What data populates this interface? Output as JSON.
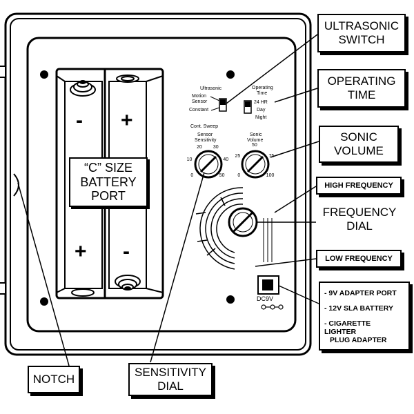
{
  "battery": {
    "label_line1": "“C” SIZE",
    "label_line2": "BATTERY",
    "label_line3": "PORT",
    "sign_top_left": "-",
    "sign_top_right": "+",
    "sign_bottom_left": "+",
    "sign_bottom_right": "-"
  },
  "panel": {
    "ultrasonic": "Ultrasonic",
    "motion_sensor_1": "Motion",
    "motion_sensor_2": "Sensor",
    "constant": "Constant",
    "cont_sweep": "Cont. Sweep",
    "operating_time_1": "Operating",
    "operating_time_2": "Time",
    "hr24": "24 HR",
    "day": "Day",
    "night": "Night",
    "sensor_sensitivity_1": "Sensor",
    "sensor_sensitivity_2": "Sensitivity",
    "sonic_volume_1": "Sonic",
    "sonic_volume_2": "Volume",
    "dc9v": "DC9V",
    "dial_ticks_left": [
      "0",
      "10",
      "20",
      "30",
      "40",
      "50"
    ],
    "dial_ticks_right": [
      "0",
      "25",
      "50",
      "75",
      "100"
    ]
  },
  "callouts": {
    "ultrasonic_switch": [
      "ULTRASONIC",
      "SWITCH"
    ],
    "operating_time": [
      "OPERATING",
      "TIME"
    ],
    "sonic_volume": [
      "SONIC",
      "VOLUME"
    ],
    "high_frequency": "HIGH FREQUENCY",
    "frequency_dial": [
      "FREQUENCY",
      "DIAL"
    ],
    "low_frequency": "LOW FREQUENCY",
    "power_options": [
      "- 9V ADAPTER PORT",
      "- 12V SLA BATTERY",
      "- CIGARETTE LIGHTER",
      "PLUG ADAPTER"
    ],
    "notch": "NOTCH",
    "sensitivity_dial": [
      "SENSITIVITY",
      "DIAL"
    ]
  }
}
